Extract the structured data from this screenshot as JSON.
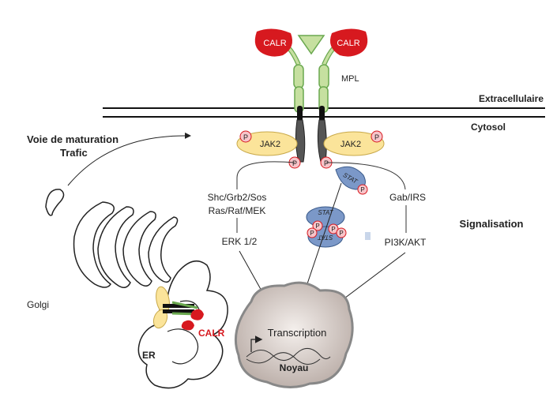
{
  "labels": {
    "calr_left": "CALR",
    "calr_right": "CALR",
    "mpl": "MPL",
    "extracellular": "Extracellulaire",
    "cytosol": "Cytosol",
    "maturation_line1": "Voie de maturation",
    "maturation_line2": "Trafic",
    "jak2_left": "JAK2",
    "jak2_right": "JAK2",
    "phospho": "P",
    "stat": "STAT",
    "pathway_ras_line1": "Shc/Grb2/Sos",
    "pathway_ras_line2": "Ras/Raf/MEK",
    "erk": "ERK 1/2",
    "gab": "Gab/IRS",
    "pi3k": "PI3K/AKT",
    "signalisation": "Signalisation",
    "golgi": "Golgi",
    "er": "ER",
    "calr_er": "CALR",
    "transcription": "Transcription",
    "noyau": "Noyau"
  },
  "colors": {
    "calr_red": "#d7191f",
    "mpl_green": "#c6e0a0",
    "mpl_stroke": "#6aa84f",
    "jak2_yellow": "#fbe49a",
    "phospho_pink": "#f7c4c9",
    "stat_blue": "#7b98c8",
    "nucleus_grey": "#d9d0cc"
  }
}
